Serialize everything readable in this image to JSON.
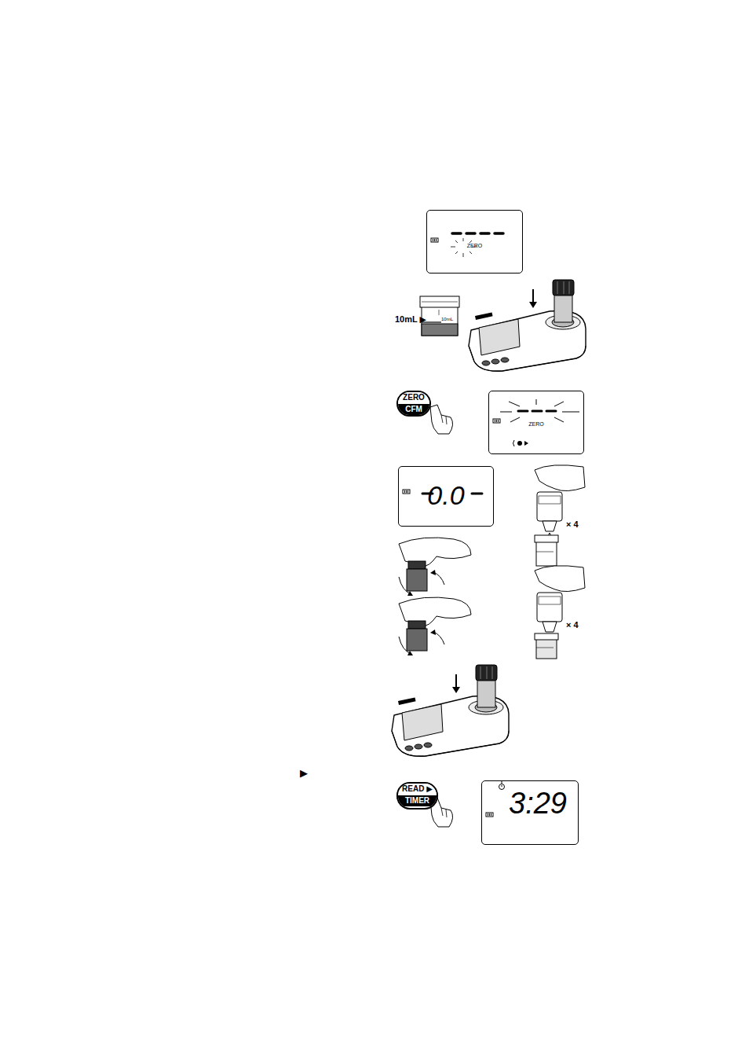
{
  "diagram": {
    "nodes": [
      {
        "text": [
          "ZERO"
        ]
      },
      {
        "text": [
          "ZERO",
          "CFM"
        ]
      },
      {
        "text": [
          "ZERO"
        ]
      },
      {
        "text": [
          "0.0"
        ]
      },
      {
        "text": [
          "READ ▶",
          "TIMER"
        ]
      },
      {
        "text": [
          "3:29"
        ]
      }
    ],
    "labels": [
      "10mL ▶",
      "10mL",
      "× 4",
      "× 4",
      "▶"
    ]
  }
}
